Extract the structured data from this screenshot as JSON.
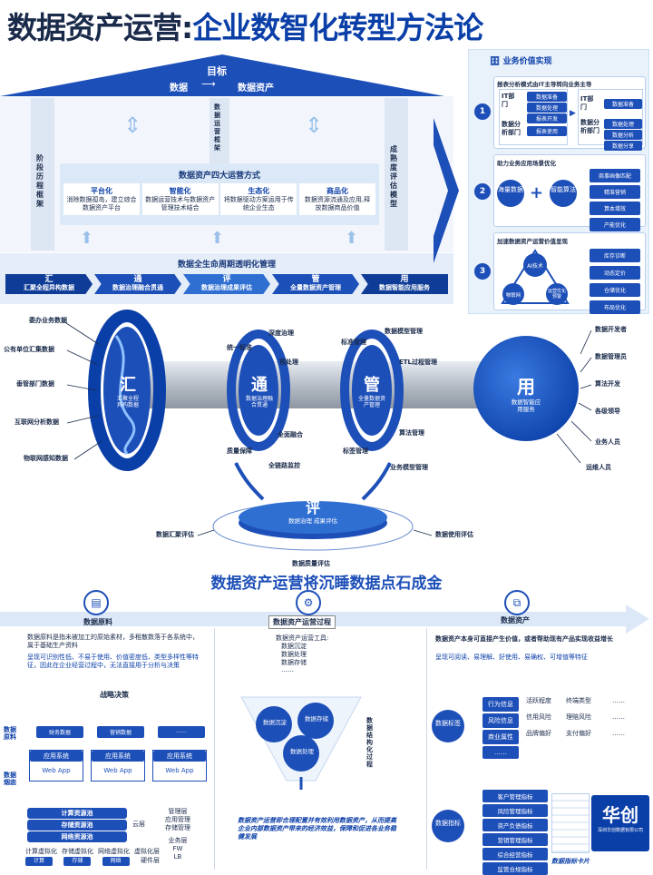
{
  "title": {
    "main": "数据资产运营:",
    "sub": "企业数智化转型方法论"
  },
  "roof": {
    "target": "目标",
    "from": "数据",
    "to": "数据资产"
  },
  "pillars": {
    "left": "阶段历程框架",
    "middle": "数据运营框架",
    "right": "成熟度评估模型"
  },
  "four_ops": {
    "title": "数据资产四大运营方式",
    "items": [
      {
        "name": "平台化",
        "desc": "消除数据孤岛，建立综合数据资产平台"
      },
      {
        "name": "智能化",
        "desc": "数据运营技术与数据资产管理技术结合"
      },
      {
        "name": "生态化",
        "desc": "将数据驱动方案运用于传统企业生态"
      },
      {
        "name": "商品化",
        "desc": "数据资源流通及应用,释放数据商品价值"
      }
    ]
  },
  "lifecycle": {
    "title": "数据全生命周期透明化管理",
    "stages": [
      {
        "name": "汇",
        "desc": "汇聚全程异构数据"
      },
      {
        "name": "通",
        "desc": "数据治理融合贯通"
      },
      {
        "name": "评",
        "desc": "数据治理成果评估"
      },
      {
        "name": "管",
        "desc": "全量数据资产管理"
      },
      {
        "name": "用",
        "desc": "数据智能应用服务"
      }
    ]
  },
  "value_panel": {
    "header": "业务价值实现",
    "s1": {
      "num": "1",
      "title": "报表分析模式由IT主导转向业务主导",
      "left_top": "IT部门",
      "left_top_items": [
        "数据准备",
        "数据处理",
        "报表开发"
      ],
      "left_bottom": "数据分析部门",
      "left_bottom_item": "报表使用",
      "right_top": "IT部门",
      "right_top_items": [
        "数据准备"
      ],
      "right_bottom": "数据分析部门",
      "right_bottom_items": [
        "数据处理",
        "数据分析",
        "数据分享"
      ]
    },
    "s2": {
      "num": "2",
      "title": "助力业务应用场景优化",
      "a": "海量数据",
      "b": "智能算法",
      "items": [
        "商事画像匹配",
        "精准营销",
        "算本增效",
        "产能优化"
      ]
    },
    "s3": {
      "num": "3",
      "title": "加速数据资产运营价值呈现",
      "tri": [
        "AI技术",
        "物联网",
        "运营优化预警"
      ],
      "items": [
        "库存诊断",
        "动态定价",
        "仓储优化",
        "布局优化"
      ]
    }
  },
  "flow": {
    "sources": [
      "委办业务数据",
      "公有单位汇集数据",
      "垂管部门数据",
      "互联网分析数据",
      "物联网感知数据"
    ],
    "hui": {
      "name": "汇",
      "desc": "汇聚全程异构数据"
    },
    "tong": {
      "name": "通",
      "desc": "数据治理融合贯通"
    },
    "guan": {
      "name": "管",
      "desc": "全量数据资产管理"
    },
    "yong": {
      "name": "用",
      "desc": "数据智能应用服务"
    },
    "ping": {
      "name": "评",
      "desc": "数据治理 成果评估"
    },
    "tong_labels": [
      "统一标准",
      "深度治理",
      "预处理",
      "全面融合",
      "质量保障",
      "全链路监控"
    ],
    "guan_labels": [
      "数据模型管理",
      "标准管理",
      "ETL过程管理",
      "算法管理",
      "标签管理",
      "业务模型管理"
    ],
    "eval_labels": [
      "数据汇聚评估",
      "数据使用评估",
      "数据质量评估"
    ],
    "users": [
      "数据开发者",
      "数据管理员",
      "算法开发",
      "各级领导",
      "业务人员",
      "运维人员"
    ]
  },
  "bottom": {
    "heading": "数据资产运营将沉睡数据点石成金",
    "steps": [
      "数据原料",
      "数据资产运营过程",
      "数据资产"
    ],
    "raw_text": "数据原料是指未被加工的原始素材，多租散数落于各系统中，属于基础生产资料",
    "raw_text2": "呈现可识别性低、不易于使用、价值密度低、类型多样性等特征，因此在企业经营过程中，无法直接用于分析与决策",
    "tools_title": "数据资产运营工具:",
    "tools": [
      "数据沉淀",
      "数据处理",
      "数据存储",
      "……"
    ],
    "asset_text": "数据资产本身可直接产生价值，或者帮助现有产品实现收益增长",
    "asset_text2": "呈现可阅读、易理解、好使用、易确权、可增值等特征",
    "strategy": "战略决策",
    "raw_label": "数据原料",
    "chimney_label": "数据烟囱",
    "raw_data": [
      "财务数据",
      "营销数据",
      "……"
    ],
    "apps": [
      "应用系统",
      "应用系统",
      "应用系统"
    ],
    "app_sub": "Web App",
    "pools": [
      "计算资源池",
      "存储资源池",
      "网络资源池"
    ],
    "cloud": "云层",
    "right_layers": [
      "管理层",
      "应用管理",
      "存储管理",
      "业务层",
      "FW",
      "LB"
    ],
    "virt": [
      "计算虚拟化",
      "存储虚拟化",
      "网络虚拟化",
      "虚拟化层"
    ],
    "hw": [
      "计算",
      "存储",
      "网络",
      "硬件层"
    ],
    "funnel": [
      "数据沉淀",
      "数据存储",
      "数据处理"
    ],
    "funnel_side": "数据结构化过程",
    "funnel_caption": "数据资产运营即合理配置并有效利用数据资产，从而提高企业内部数据资产带来的经济效益，保障和促进各业务稳健发展",
    "label_icon": "数据标签",
    "label_rows": [
      {
        "tag": "行为信息",
        "c1": "活跃程度",
        "c2": "终端类型",
        "c3": "……"
      },
      {
        "tag": "风险信息",
        "c1": "信用风险",
        "c2": "理赔风险",
        "c3": "……"
      },
      {
        "tag": "商业属性",
        "c1": "品牌偏好",
        "c2": "支付偏好",
        "c3": "……"
      },
      {
        "tag": "……",
        "c1": "",
        "c2": "",
        "c3": ""
      }
    ],
    "index_icon": "数据指标",
    "index_items": [
      "客户管理指标",
      "风险管理指标",
      "资产负债指标",
      "营销管理指标",
      "综合经营指标",
      "监管合规指标"
    ],
    "index_caption": "数据指标卡片",
    "logo_text": "华创",
    "logo_sub": "深圳华创数据有限公司"
  },
  "colors": {
    "primary": "#1d4fb8",
    "dark": "#0b3fa8",
    "light": "#e9f1fb"
  }
}
